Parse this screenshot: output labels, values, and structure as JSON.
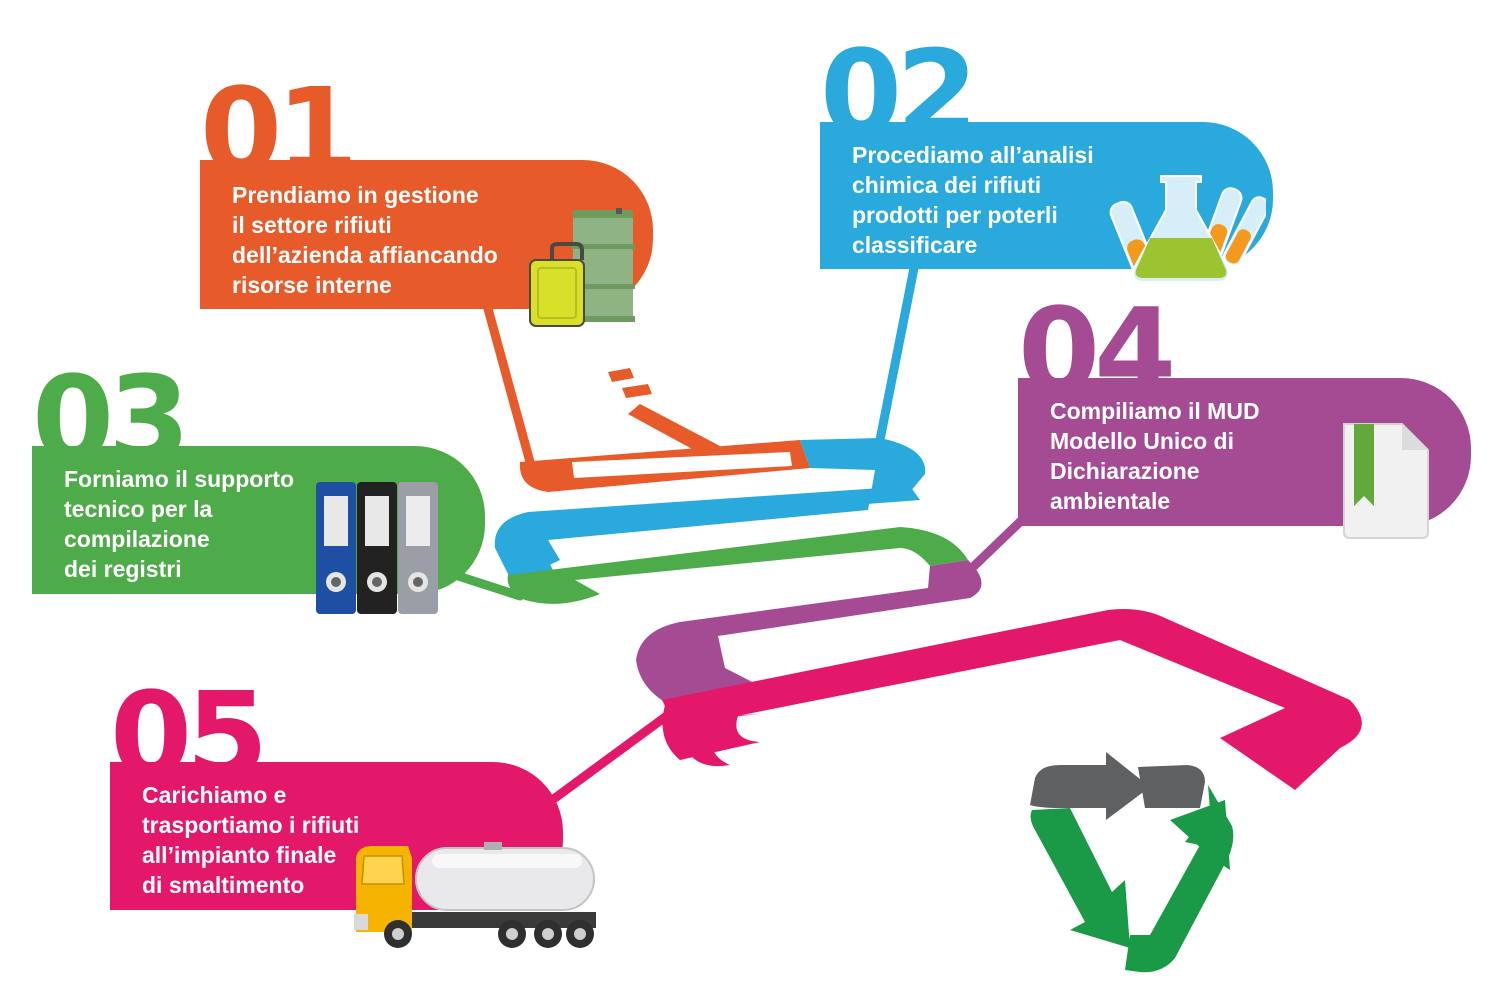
{
  "colors": {
    "step1": "#e75a2a",
    "step2": "#2aa9dc",
    "step3": "#4eab4a",
    "step4": "#a54b94",
    "step5": "#e3186b",
    "recycle_green": "#1a9a47",
    "recycle_gray": "#5f6062"
  },
  "steps": [
    {
      "number": "01",
      "lines": [
        "Prendiamo in gestione",
        "il settore rifiuti",
        "dell’azienda affiancando",
        "risorse interne"
      ],
      "icon": "fuel-cans-icon"
    },
    {
      "number": "02",
      "lines": [
        "Procediamo all’analisi",
        "chimica dei rifiuti",
        "prodotti per poterli",
        "classificare"
      ],
      "icon": "lab-flask-icon"
    },
    {
      "number": "03",
      "lines": [
        "Forniamo il supporto",
        "tecnico per la",
        "compilazione",
        "dei registri"
      ],
      "icon": "binders-icon"
    },
    {
      "number": "04",
      "lines": [
        "Compiliamo il MUD",
        "Modello Unico di",
        "Dichiarazione",
        "ambientale"
      ],
      "icon": "document-bookmark-icon"
    },
    {
      "number": "05",
      "lines": [
        "Carichiamo e",
        "trasportiamo i rifiuti",
        "all’impianto finale",
        "di smaltimento"
      ],
      "icon": "tanker-truck-icon"
    }
  ],
  "decor": {
    "icon": "recycle-icon"
  }
}
